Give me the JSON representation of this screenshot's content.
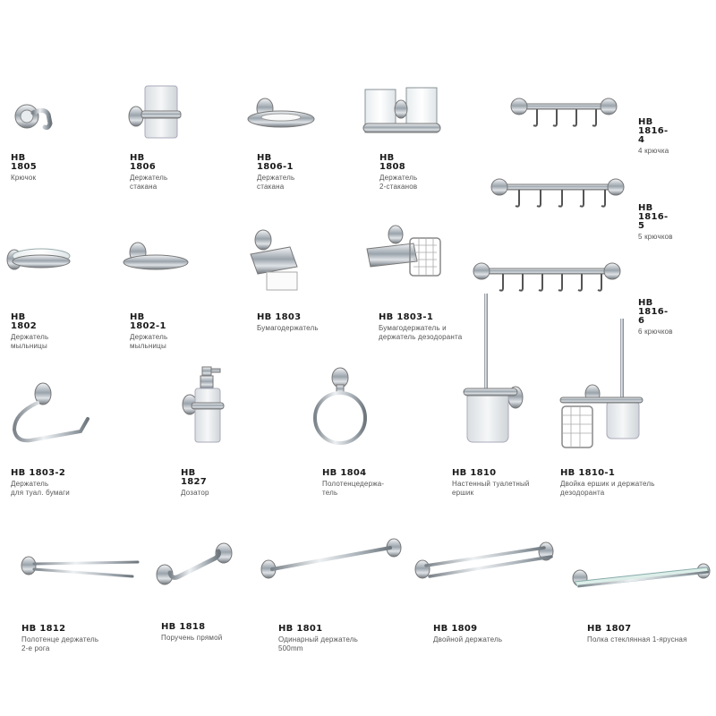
{
  "products": [
    {
      "code": "HB 1805",
      "desc": "Крючок"
    },
    {
      "code": "HB 1806",
      "desc": "Держатель\nстакана"
    },
    {
      "code": "HB 1806-1",
      "desc": "Держатель\nстакана"
    },
    {
      "code": "HB 1808",
      "desc": "Держатель\n2-стаканов"
    },
    {
      "code": "HB 1816-4",
      "desc": "4 крючка"
    },
    {
      "code": "HB 1816-5",
      "desc": "5 крючков"
    },
    {
      "code": "HB 1816-6",
      "desc": "6 крючков"
    },
    {
      "code": "HB 1802",
      "desc": "Держатель\nмыльницы"
    },
    {
      "code": "HB 1802-1",
      "desc": "Держатель\nмыльницы"
    },
    {
      "code": "HB 1803",
      "desc": "Бумагодержатель"
    },
    {
      "code": "HB 1803-1",
      "desc": "Бумагодержатель и\nдержатель дезодоранта"
    },
    {
      "code": "HB 1803-2",
      "desc": "Держатель\nдля туал. бумаги"
    },
    {
      "code": "HB 1827",
      "desc": "Дозатор"
    },
    {
      "code": "HB 1804",
      "desc": "Полотенцедержа-\nтель"
    },
    {
      "code": "HB 1810",
      "desc": "Настенный туалетный\nершик"
    },
    {
      "code": "HB 1810-1",
      "desc": "Двойка ершик и держатель\nдезодоранта"
    },
    {
      "code": "HB 1812",
      "desc": "Полотенце держатель\n2-е рога"
    },
    {
      "code": "HB 1818",
      "desc": "Поручень прямой"
    },
    {
      "code": "HB 1801",
      "desc": "Одинарный держатель\n500mm"
    },
    {
      "code": "HB 1809",
      "desc": "Двойной держатель"
    },
    {
      "code": "HB 1807",
      "desc": "Полка стеклянная 1-ярусная"
    }
  ]
}
